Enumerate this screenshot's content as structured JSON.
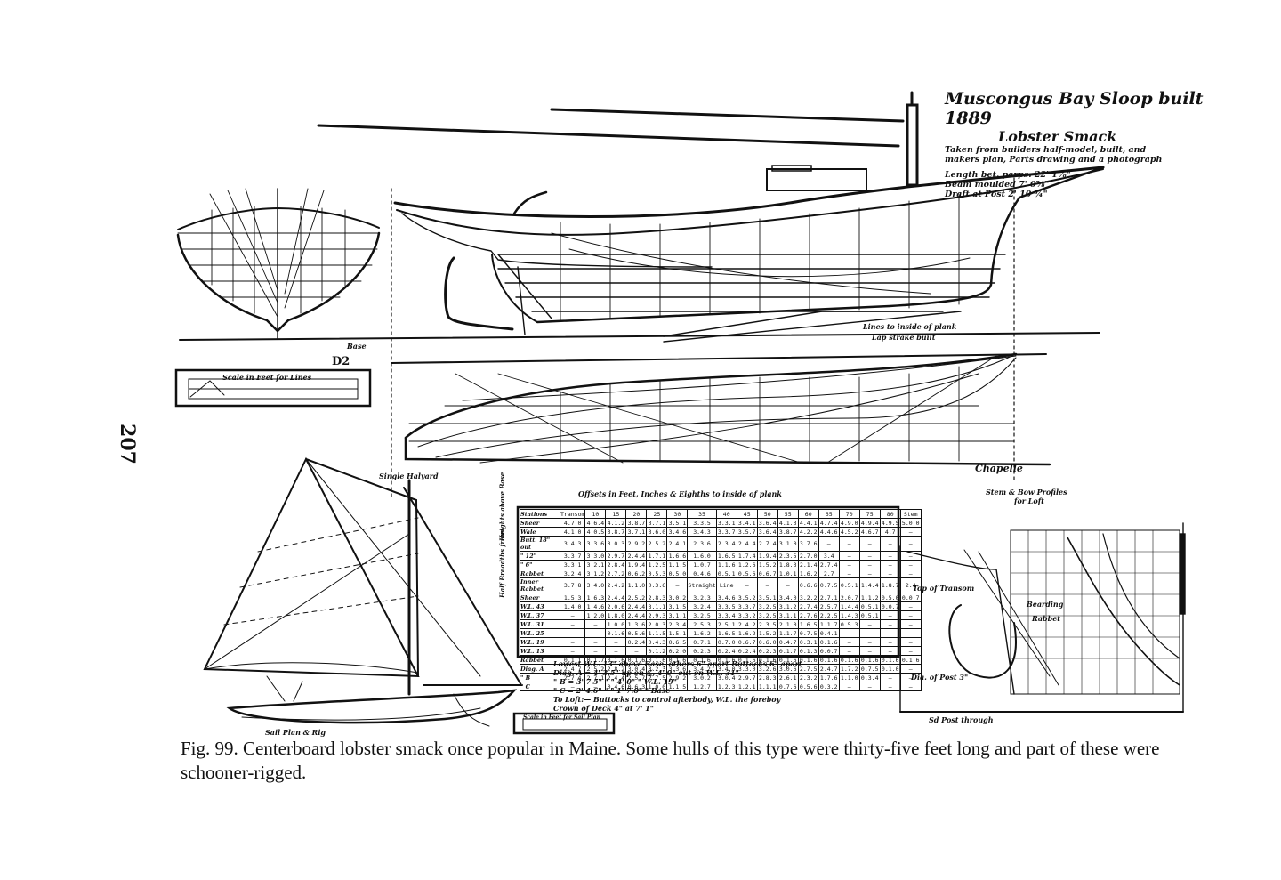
{
  "title": {
    "line1": "Muscongus Bay Sloop built 1889",
    "line2": "Lobster Smack",
    "source_note_1": "Taken from builders half-model, built, and",
    "source_note_2": "makers plan, Parts drawing and a photograph",
    "length": "Length bet. perps. 22' 1⅞\"",
    "beam": "Beam moulded 7' 0⅞\"",
    "draft": "Draft at Post 2' 10 ¾\""
  },
  "page_number": "207",
  "plate_labels": {
    "section_id": "D2",
    "scale_lines": "Scale in Feet for Lines",
    "scale_sail": "Scale in Feet for Sail Plan",
    "lines_note_1": "Lines to inside of plank",
    "lines_note_2": "Lap strake built",
    "base": "Base",
    "chapelle": "Chapelle",
    "sail_plan": "Sail Plan & Rig",
    "single_halyard": "Single Halyard",
    "stem_bow_title": "Stem & Bow Profiles",
    "stem_bow_sub": "for Loft",
    "offsets_title": "Offsets in Feet, Inches & Eighths to inside of plank",
    "rail_top_transom": "Top of Transom",
    "bearding": "Bearding",
    "rabbet": "Rabbet",
    "post_sided": "Sd Post through",
    "mast_note": "Dia. of Post 3\""
  },
  "offsets_table": {
    "columns": [
      "Stations",
      "Transom",
      "10",
      "15",
      "20",
      "25",
      "30",
      "35",
      "40",
      "45",
      "50",
      "55",
      "60",
      "65",
      "70",
      "75",
      "80",
      "Stem"
    ],
    "group_heights": "Heights above Base",
    "group_half": "Half Breadths from",
    "rows": [
      {
        "label": "Sheer",
        "cells": [
          "4.7.0",
          "4.6.4",
          "4.1.2",
          "3.8.7",
          "3.7.1",
          "3.5.1",
          "3.3.5",
          "3.3.1",
          "3.4.1",
          "3.6.4",
          "4.1.3",
          "4.4.1",
          "4.7.4",
          "4.9.0",
          "4.9.4",
          "4.9.5",
          "5.0.0"
        ]
      },
      {
        "label": "Wale",
        "cells": [
          "4.1.0",
          "4.0.5",
          "3.8.7",
          "3.7.1",
          "3.6.0",
          "3.4.6",
          "3.4.3",
          "3.3.7",
          "3.5.7",
          "3.6.4",
          "3.8.7",
          "4.2.2",
          "4.4.6",
          "4.5.2",
          "4.6.7",
          "4.7",
          "—"
        ]
      },
      {
        "label": "Butt. 18\" out",
        "cells": [
          "3.4.3",
          "3.3.6",
          "3.0.3",
          "2.9.2",
          "2.5.2",
          "2.4.1",
          "2.3.6",
          "2.3.4",
          "2.4.4",
          "2.7.4",
          "3.1.0",
          "3.7.6",
          "—",
          "—",
          "—",
          "—",
          "—"
        ]
      },
      {
        "label": "\" 12\"",
        "cells": [
          "3.3.7",
          "3.3.0",
          "2.9.7",
          "2.4.4",
          "1.7.1",
          "1.6.6",
          "1.6.0",
          "1.6.5",
          "1.7.4",
          "1.9.4",
          "2.3.5",
          "2.7.0",
          "3.4",
          "—",
          "—",
          "—",
          "—"
        ]
      },
      {
        "label": "\" 6\"",
        "cells": [
          "3.3.1",
          "3.2.1",
          "2.8.4",
          "1.9.4",
          "1.2.5",
          "1.1.5",
          "1.0.7",
          "1.1.6",
          "1.2.6",
          "1.5.2",
          "1.8.3",
          "2.1.4",
          "2.7.4",
          "—",
          "—",
          "—",
          "—"
        ]
      },
      {
        "label": "Rabbet",
        "cells": [
          "3.2.4",
          "3.1.2",
          "2.7.2",
          "0.6.2",
          "0.5.3",
          "0.5.0",
          "0.4.6",
          "0.5.1",
          "0.5.6",
          "0.6.7",
          "1.0.1",
          "1.6.2",
          "2.7",
          "—",
          "—",
          "—",
          "—"
        ]
      },
      {
        "label": "Inner Rabbet",
        "cells": [
          "3.7.8",
          "3.4.0",
          "2.4.2",
          "1.1.0",
          "0.3.6",
          "—",
          "Straight",
          "Line",
          "—",
          "—",
          "—",
          "0.6.6",
          "0.7.5",
          "0.5.1",
          "1.4.4",
          "1.8.7",
          "2.4"
        ]
      },
      {
        "label": "Sheer",
        "cells": [
          "1.5.3",
          "1.6.3",
          "2.4.4",
          "2.5.2",
          "2.8.3",
          "3.0.2",
          "3.2.3",
          "3.4.6",
          "3.5.2",
          "3.5.1",
          "3.4.0",
          "3.2.2",
          "2.7.1",
          "2.0.7",
          "1.1.2",
          "0.5.0",
          "0.0.7"
        ]
      },
      {
        "label": "W.L. 43",
        "cells": [
          "1.4.0",
          "1.4.6",
          "2.0.6",
          "2.4.4",
          "3.1.1",
          "3.1.5",
          "3.2.4",
          "3.3.5",
          "3.3.7",
          "3.2.5",
          "3.1.2",
          "2.7.4",
          "2.5.7",
          "1.4.4",
          "0.5.1",
          "0.0.7",
          "—"
        ]
      },
      {
        "label": "W.L. 37",
        "cells": [
          "—",
          "1.2.0",
          "1.8.0",
          "2.4.4",
          "2.9.3",
          "3.1.1",
          "3.2.5",
          "3.3.4",
          "3.3.2",
          "3.2.5",
          "3.1.1",
          "2.7.6",
          "2.2.5",
          "1.4.3",
          "0.5.1",
          "—",
          "—"
        ]
      },
      {
        "label": "W.L. 31",
        "cells": [
          "—",
          "—",
          "1.0.0",
          "1.3.6",
          "2.0.3",
          "2.3.4",
          "2.5.3",
          "2.5.1",
          "2.4.2",
          "2.3.5",
          "2.1.0",
          "1.6.5",
          "1.1.7",
          "0.5.3",
          "—",
          "—",
          "—"
        ]
      },
      {
        "label": "W.L. 25",
        "cells": [
          "—",
          "—",
          "0.1.6",
          "0.5.6",
          "1.1.5",
          "1.5.1",
          "1.6.2",
          "1.6.5",
          "1.6.2",
          "1.5.2",
          "1.1.7",
          "0.7.5",
          "0.4.1",
          "—",
          "—",
          "—",
          "—"
        ]
      },
      {
        "label": "W.L. 19",
        "cells": [
          "—",
          "—",
          "—",
          "0.2.4",
          "0.4.3",
          "0.6.5",
          "0.7.1",
          "0.7.0",
          "0.6.7",
          "0.6.0",
          "0.4.7",
          "0.3.1",
          "0.1.6",
          "—",
          "—",
          "—",
          "—"
        ]
      },
      {
        "label": "W.L. 13",
        "cells": [
          "—",
          "—",
          "—",
          "—",
          "0.1.2",
          "0.2.0",
          "0.2.3",
          "0.2.4",
          "0.2.4",
          "0.2.3",
          "0.1.7",
          "0.1.3",
          "0.0.7",
          "—",
          "—",
          "—",
          "—"
        ]
      },
      {
        "label": "Rabbet",
        "cells": [
          "0.1.1",
          "0.1.7",
          "0.1.6",
          "0.1.6",
          "0.1.6",
          "0.1.6",
          "0.1.6",
          "0.1.6",
          "0.1.6",
          "0.1.6",
          "0.1.6",
          "0.1.6",
          "0.1.6",
          "0.1.6",
          "0.1.6",
          "0.1.6",
          "0.1.6"
        ]
      },
      {
        "label": "Diag. A",
        "cells": [
          "2.4.7",
          "2.5.2",
          "2.8.2",
          "3.0.4",
          "3.2.3",
          "3.3.6",
          "3.4.2",
          "3.4.0",
          "3.3.0",
          "3.2.6",
          "3.0.6",
          "2.7.5",
          "2.4.7",
          "1.7.2",
          "0.7.5",
          "0.1.0",
          "—"
        ]
      },
      {
        "label": "\" B",
        "cells": [
          "2.7.4",
          "2.7.1",
          "2.4.4",
          "2.5.7",
          "2.7.5",
          "2.9.2",
          "3.0.2",
          "3.0.4",
          "2.9.7",
          "2.8.3",
          "2.6.1",
          "2.3.2",
          "1.7.6",
          "1.1.0",
          "0.3.4",
          "—",
          "—"
        ]
      },
      {
        "label": "\" C",
        "cells": [
          "—",
          "—",
          "0.4.6",
          "0.6.3",
          "1.0.0",
          "1.1.5",
          "1.2.7",
          "1.2.3",
          "1.2.1",
          "1.1.1",
          "0.7.6",
          "0.5.6",
          "0.3.2",
          "—",
          "—",
          "—",
          "—"
        ]
      }
    ]
  },
  "table_notes": [
    "Lowest W.L. 13\" above Base, others 6\" apart     Buttocks 6\" apart",
    "Diag. A = 4' 3.5\" up on ⊈, 4' 0\" out on W.L. 31\"",
    "  \" B = 3' 7.5\"   \"     \"   4' 0\"   \"   W.L. 19\"",
    "  \" C = 2' 4.6\"   \"     \"   1' 7.0\"   \"   Base",
    "To Loft:— Buttocks to control afterbody, W.L. the foreboy",
    "Crown of Deck 4\" at 7' 1\""
  ],
  "caption": "Fig. 99. Centerboard lobster smack once popular in Maine. Some hulls of this type were thirty-five feet long and part of these were schooner-rigged."
}
